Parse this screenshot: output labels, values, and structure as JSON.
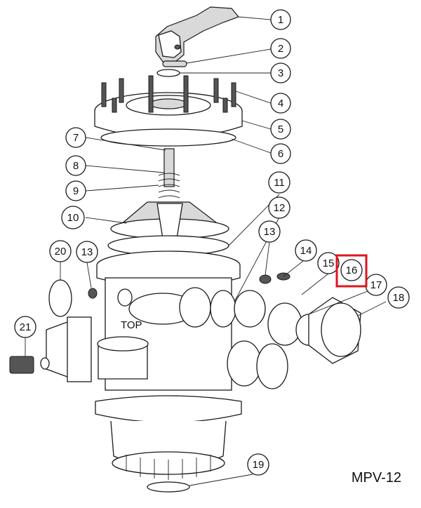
{
  "model": "MPV-12",
  "highlight_color": "#e0141e",
  "highlighted_part": "16",
  "callouts": [
    "1",
    "2",
    "3",
    "4",
    "5",
    "6",
    "7",
    "8",
    "9",
    "10",
    "11",
    "12",
    "13",
    "13",
    "14",
    "15",
    "16",
    "17",
    "18",
    "19",
    "20",
    "21"
  ],
  "body_marking": "TOP"
}
